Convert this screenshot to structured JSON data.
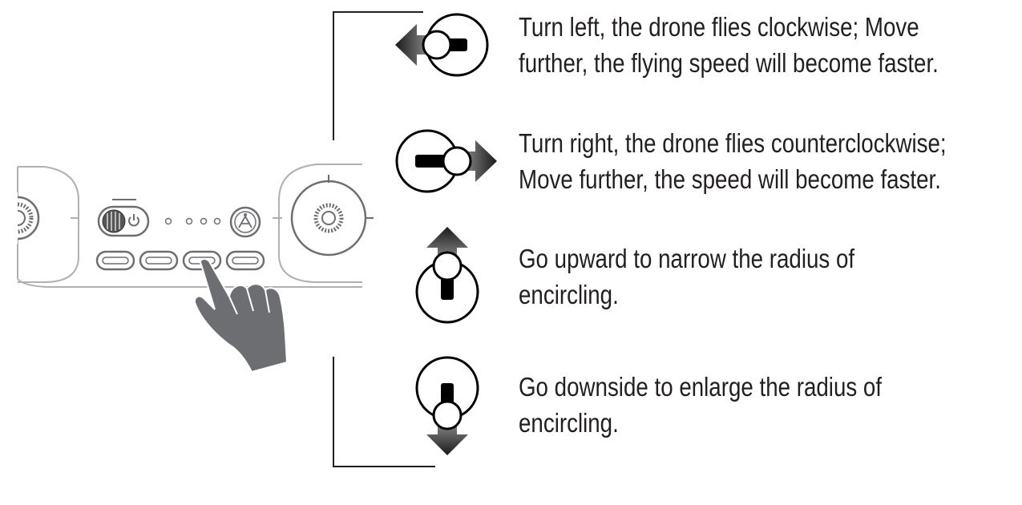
{
  "instructions": [
    {
      "id": "turn-left",
      "icon": "joystick-left-icon",
      "lines": [
        "Turn left, the drone flies clockwise; Move",
        "further, the flying speed will become faster."
      ]
    },
    {
      "id": "turn-right",
      "icon": "joystick-right-icon",
      "lines": [
        "Turn right, the drone flies counterclockwise;",
        "Move further, the speed will become faster."
      ]
    },
    {
      "id": "go-up",
      "icon": "joystick-up-icon",
      "lines": [
        "Go upward to narrow the radius of",
        "encircling."
      ]
    },
    {
      "id": "go-down",
      "icon": "joystick-down-icon",
      "lines": [
        "Go downside to enlarge the radius of",
        "encircling."
      ]
    }
  ],
  "illustration": {
    "controller": "remote-controller",
    "gesture": "hand-press-icon",
    "pressed_button_index": 2,
    "status_leds": 4,
    "colors": {
      "line": "#231f20",
      "hand": "#6d6e71",
      "arrow": "#3a3a3a",
      "panel": "#b0b0b0"
    }
  }
}
